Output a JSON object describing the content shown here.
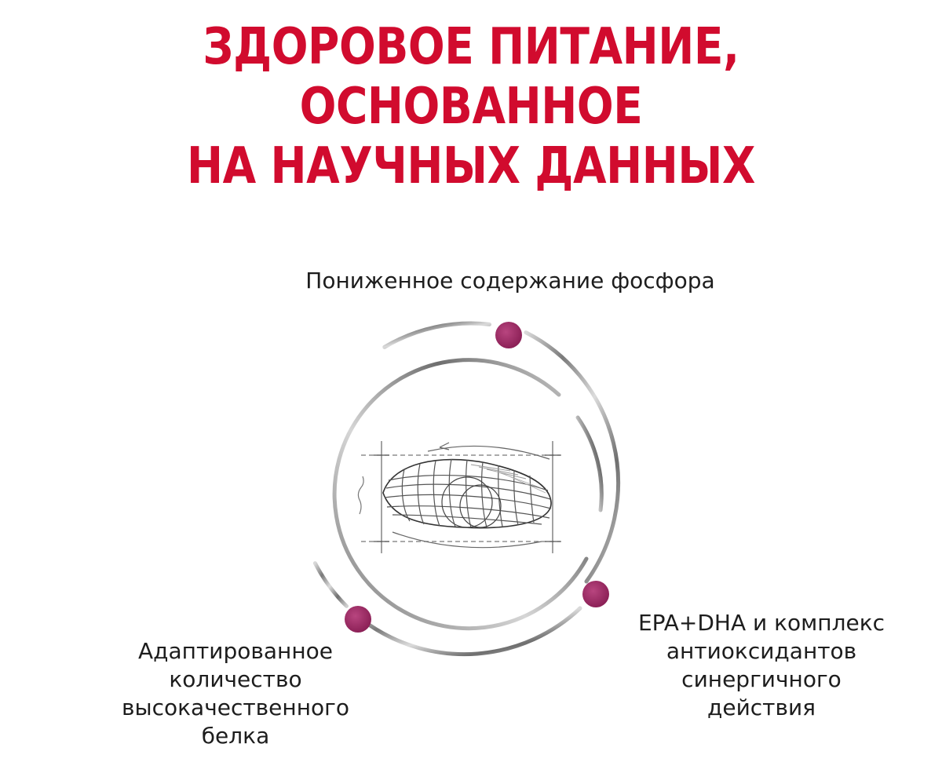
{
  "headline": {
    "line1": "ЗДОРОВОЕ ПИТАНИЕ, ОСНОВАННОЕ",
    "line2": "НА НАУЧНЫХ ДАННЫХ"
  },
  "features": {
    "top": {
      "lines": [
        "Пониженное содержание фосфора"
      ]
    },
    "left": {
      "lines": [
        "Адаптированное",
        "количество",
        "высокачественного",
        "белка"
      ]
    },
    "right": {
      "lines": [
        "EPA+DHA и комплекс",
        "антиоксидантов",
        "синергичного",
        "действия"
      ]
    }
  },
  "colors": {
    "headline": "#d10b2e",
    "marker": "#9b2a63",
    "ring": "#9a9a9a",
    "text": "#1d1d1d"
  },
  "icons": {
    "center": "kibble-sketch-icon",
    "marker": "marker-dot-icon"
  }
}
